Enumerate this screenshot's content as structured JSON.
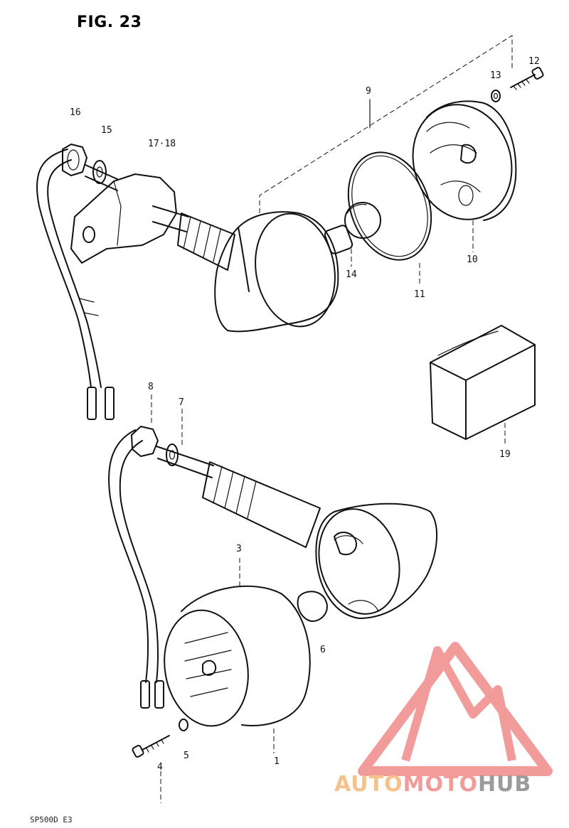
{
  "figure": {
    "title": "FIG. 23",
    "code": "SP500D E3"
  },
  "callouts": [
    {
      "id": "c1",
      "label": "1"
    },
    {
      "id": "c3",
      "label": "3"
    },
    {
      "id": "c4",
      "label": "4"
    },
    {
      "id": "c5",
      "label": "5"
    },
    {
      "id": "c6",
      "label": "6"
    },
    {
      "id": "c7",
      "label": "7"
    },
    {
      "id": "c8",
      "label": "8"
    },
    {
      "id": "c9",
      "label": "9"
    },
    {
      "id": "c10",
      "label": "10"
    },
    {
      "id": "c11",
      "label": "11"
    },
    {
      "id": "c12",
      "label": "12"
    },
    {
      "id": "c13",
      "label": "13"
    },
    {
      "id": "c14",
      "label": "14"
    },
    {
      "id": "c15",
      "label": "15"
    },
    {
      "id": "c16",
      "label": "16"
    },
    {
      "id": "c1718",
      "label": "17·18"
    },
    {
      "id": "c19",
      "label": "19"
    }
  ],
  "watermark": {
    "part1": "AUTO",
    "part2": "MOTO",
    "part3": "HUB",
    "color_primary": "#f08a8a",
    "color_secondary": "#f5b878",
    "color_tertiary": "#8a8a8a"
  }
}
